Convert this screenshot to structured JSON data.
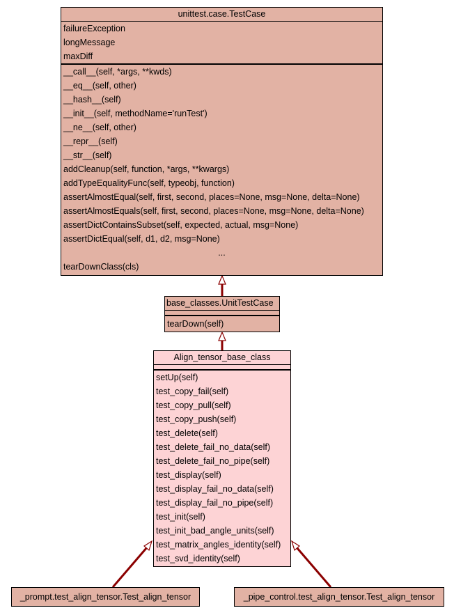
{
  "classes": {
    "testcase": {
      "name": "unittest.case.TestCase",
      "attributes": [
        "failureException",
        "longMessage",
        "maxDiff"
      ],
      "methods": [
        "__call__(self, *args, **kwds)",
        "__eq__(self, other)",
        "__hash__(self)",
        "__init__(self, methodName='runTest')",
        "__ne__(self, other)",
        "__repr__(self)",
        "__str__(self)",
        "addCleanup(self, function, *args, **kwargs)",
        "addTypeEqualityFunc(self, typeobj, function)",
        "assertAlmostEqual(self, first, second, places=None, msg=None, delta=None)",
        "assertAlmostEquals(self, first, second, places=None, msg=None, delta=None)",
        "assertDictContainsSubset(self, expected, actual, msg=None)",
        "assertDictEqual(self, d1, d2, msg=None)"
      ],
      "ellipsis": "...",
      "last_method": "tearDownClass(cls)"
    },
    "unittestcase": {
      "name": "base_classes.UnitTestCase",
      "methods": [
        "tearDown(self)"
      ]
    },
    "align_base": {
      "name": "Align_tensor_base_class",
      "methods": [
        "setUp(self)",
        "test_copy_fail(self)",
        "test_copy_pull(self)",
        "test_copy_push(self)",
        "test_delete(self)",
        "test_delete_fail_no_data(self)",
        "test_delete_fail_no_pipe(self)",
        "test_display(self)",
        "test_display_fail_no_data(self)",
        "test_display_fail_no_pipe(self)",
        "test_init(self)",
        "test_init_bad_angle_units(self)",
        "test_matrix_angles_identity(self)",
        "test_svd_identity(self)"
      ]
    },
    "prompt_test": {
      "name": "_prompt.test_align_tensor.Test_align_tensor"
    },
    "pipe_test": {
      "name": "_pipe_control.test_align_tensor.Test_align_tensor"
    }
  },
  "colors": {
    "base_fill": "#e2b2a4",
    "highlight_fill": "#fdd3d5",
    "arrow": "#8b0000"
  }
}
